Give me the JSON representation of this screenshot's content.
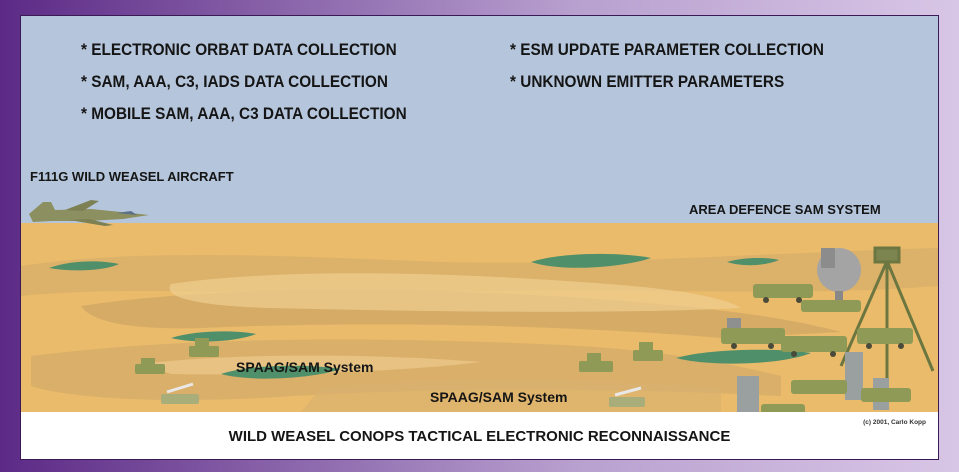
{
  "bullets_left": [
    "* ELECTRONIC ORBAT DATA COLLECTION",
    "* SAM, AAA, C3, IADS DATA COLLECTION",
    "* MOBILE SAM, AAA, C3 DATA COLLECTION"
  ],
  "bullets_right": [
    "* ESM UPDATE PARAMETER COLLECTION",
    "* UNKNOWN EMITTER PARAMETERS"
  ],
  "labels": {
    "aircraft": "F111G WILD WEASEL AIRCRAFT",
    "area_sam": "AREA DEFENCE SAM SYSTEM",
    "spaag_1": "SPAAG/SAM System",
    "spaag_2": "SPAAG/SAM System"
  },
  "caption": "WILD WEASEL CONOPS   TACTICAL ELECTRONIC RECONNAISSANCE",
  "copyright": "(c) 2001, Carlo Kopp",
  "colors": {
    "sky": "#b5c6dc",
    "desert": "#e9bb6a",
    "sand_shadow": "#d0a765",
    "dune_highlight": "#f0ce8e",
    "lake": "#4f8f6a",
    "vehicle": "#8e9a55",
    "frame_bg": "#5c2a86"
  }
}
